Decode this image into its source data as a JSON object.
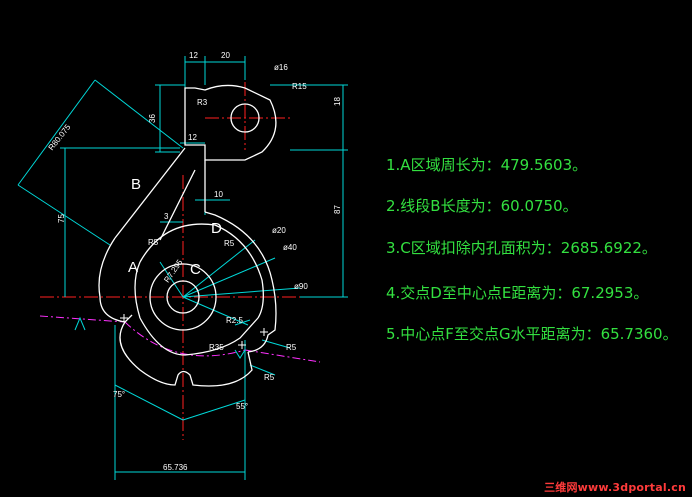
{
  "results": [
    "1.A区域周长为：479.5603。",
    "2.线段B长度为：60.0750。",
    "3.C区域扣除内孔面积为：2685.6922。",
    "4.交点D至中心点E距离为：67.2953。",
    "5.中心点F至交点G水平距离为：65.7360。"
  ],
  "region_labels": {
    "A": "A",
    "B": "B",
    "C": "C",
    "D": "D"
  },
  "dimensions": {
    "d12_top": "12",
    "d20": "20",
    "phi16": "ø16",
    "r15": "R15",
    "r3": "R3",
    "d36": "36",
    "d18": "18",
    "d12_mid": "12",
    "r80": "R80.075",
    "d10": "10",
    "d3": "3",
    "d87": "87",
    "d75": "75",
    "r5_a": "R5",
    "r5_b": "R5",
    "phi20": "ø20",
    "phi40": "ø40",
    "phi90": "ø90",
    "r7": "R7.295",
    "r2_5": "R2.5",
    "r35": "R35",
    "r5_c": "R5",
    "r5_d": "R5",
    "ang75": "75°",
    "d55": "55°",
    "d65": "65.736"
  },
  "watermark": "三维网www.3dportal.cn",
  "colors": {
    "background": "#000000",
    "outline": "#ffffff",
    "dimension": "#00d8d8",
    "centerline": "#ff2020",
    "hidden": "#ff30ff",
    "result_text": "#33e040"
  }
}
